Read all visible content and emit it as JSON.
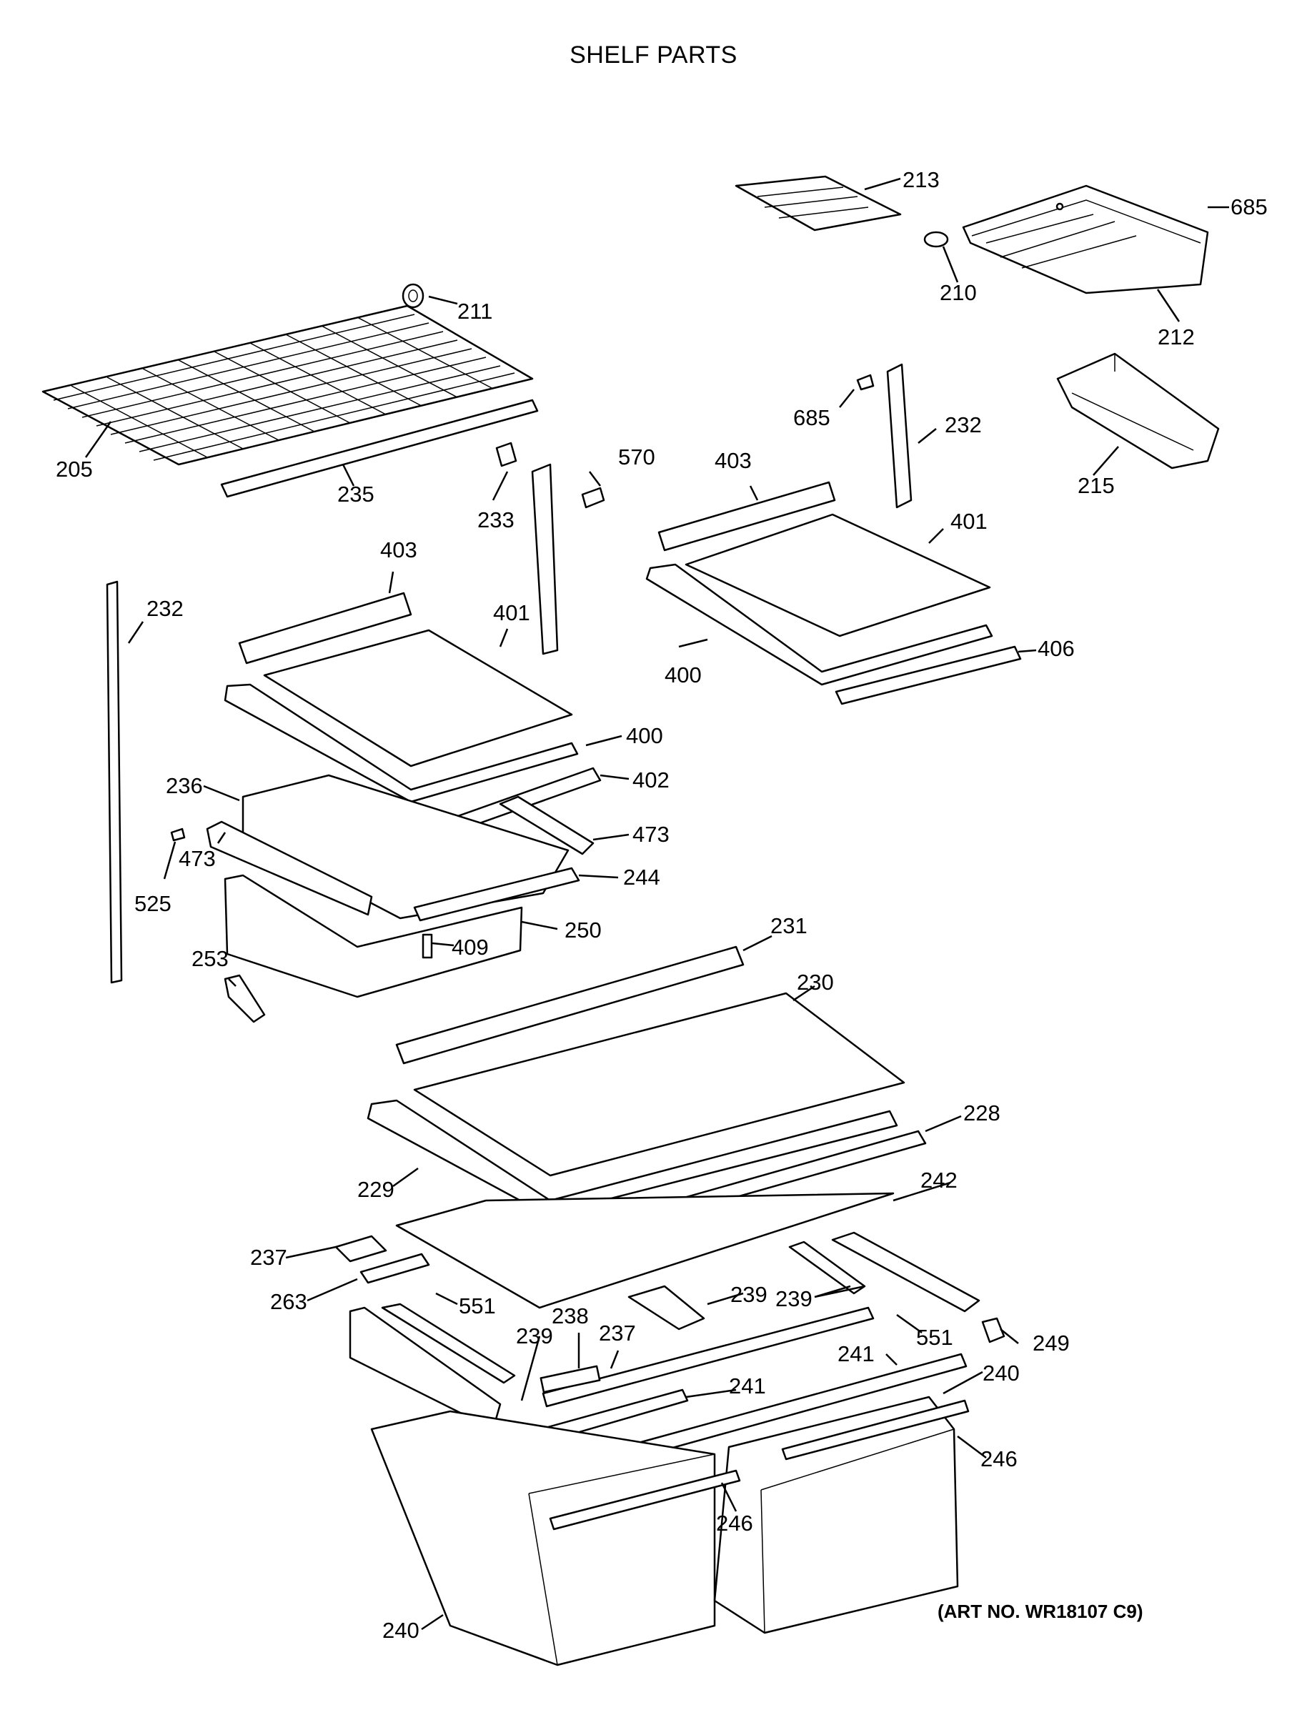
{
  "title": "SHELF PARTS",
  "art_number": "(ART NO. WR18107 C9)",
  "parts": [
    {
      "id": "p205",
      "label": "205"
    },
    {
      "id": "p211",
      "label": "211"
    },
    {
      "id": "p235",
      "label": "235"
    },
    {
      "id": "p233",
      "label": "233"
    },
    {
      "id": "p570",
      "label": "570"
    },
    {
      "id": "p213",
      "label": "213"
    },
    {
      "id": "p210",
      "label": "210"
    },
    {
      "id": "p212",
      "label": "212"
    },
    {
      "id": "p685a",
      "label": "685"
    },
    {
      "id": "p685b",
      "label": "685"
    },
    {
      "id": "p232a",
      "label": "232"
    },
    {
      "id": "p215",
      "label": "215"
    },
    {
      "id": "p403a",
      "label": "403"
    },
    {
      "id": "p401a",
      "label": "401"
    },
    {
      "id": "p400a",
      "label": "400"
    },
    {
      "id": "p406",
      "label": "406"
    },
    {
      "id": "p232b",
      "label": "232"
    },
    {
      "id": "p403b",
      "label": "403"
    },
    {
      "id": "p401b",
      "label": "401"
    },
    {
      "id": "p400b",
      "label": "400"
    },
    {
      "id": "p402",
      "label": "402"
    },
    {
      "id": "p236",
      "label": "236"
    },
    {
      "id": "p473a",
      "label": "473"
    },
    {
      "id": "p473b",
      "label": "473"
    },
    {
      "id": "p525",
      "label": "525"
    },
    {
      "id": "p244",
      "label": "244"
    },
    {
      "id": "p250",
      "label": "250"
    },
    {
      "id": "p409",
      "label": "409"
    },
    {
      "id": "p253",
      "label": "253"
    },
    {
      "id": "p231",
      "label": "231"
    },
    {
      "id": "p230",
      "label": "230"
    },
    {
      "id": "p228",
      "label": "228"
    },
    {
      "id": "p229",
      "label": "229"
    },
    {
      "id": "p242",
      "label": "242"
    },
    {
      "id": "p237a",
      "label": "237"
    },
    {
      "id": "p263",
      "label": "263"
    },
    {
      "id": "p551a",
      "label": "551"
    },
    {
      "id": "p239a",
      "label": "239"
    },
    {
      "id": "p239b",
      "label": "239"
    },
    {
      "id": "p551b",
      "label": "551"
    },
    {
      "id": "p249",
      "label": "249"
    },
    {
      "id": "p238",
      "label": "238"
    },
    {
      "id": "p237b",
      "label": "237"
    },
    {
      "id": "p239c",
      "label": "239"
    },
    {
      "id": "p241a",
      "label": "241"
    },
    {
      "id": "p241b",
      "label": "241"
    },
    {
      "id": "p240a",
      "label": "240"
    },
    {
      "id": "p246a",
      "label": "246"
    },
    {
      "id": "p246b",
      "label": "246"
    },
    {
      "id": "p240b",
      "label": "240"
    }
  ]
}
